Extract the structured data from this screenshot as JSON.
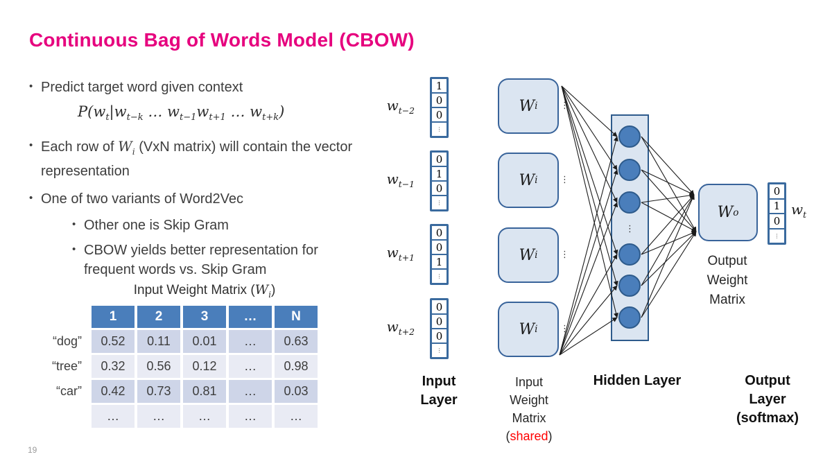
{
  "title": "Continuous Bag of Words Model (CBOW)",
  "page_number": "19",
  "bullets": {
    "b1": "Predict target word given context",
    "formula_html": "P(w<sub>t</sub>|w<sub>t−k</sub> … w<sub>t−1</sub>w<sub>t+1</sub> … w<sub>t+k</sub>)",
    "b2_html": "Each row of <span class=\"math\">W<sub>i</sub></span> (VxN matrix) will contain the vector representation",
    "b3": "One of two variants of Word2Vec",
    "sub1": "Other one is Skip Gram",
    "sub2": "CBOW yields better representation for frequent words vs. Skip Gram"
  },
  "table": {
    "title_html": "Input Weight Matrix (<span class=\"math\">W<sub>i</sub></span>)",
    "headers": [
      "1",
      "2",
      "3",
      "…",
      "N"
    ],
    "rows": [
      {
        "label": "“dog”",
        "cells": [
          "0.52",
          "0.11",
          "0.01",
          "…",
          "0.63"
        ]
      },
      {
        "label": "“tree”",
        "cells": [
          "0.32",
          "0.56",
          "0.12",
          "…",
          "0.98"
        ]
      },
      {
        "label": "“car”",
        "cells": [
          "0.42",
          "0.73",
          "0.81",
          "…",
          "0.03"
        ]
      },
      {
        "label": "",
        "cells": [
          "…",
          "…",
          "…",
          "…",
          "…"
        ]
      }
    ]
  },
  "diagram": {
    "input_vectors": [
      {
        "label_html": "w<sub>t−2</sub>",
        "cells": [
          "1",
          "0",
          "0",
          "⋮"
        ]
      },
      {
        "label_html": "w<sub>t−1</sub>",
        "cells": [
          "0",
          "1",
          "0",
          "⋮"
        ]
      },
      {
        "label_html": "w<sub>t+1</sub>",
        "cells": [
          "0",
          "0",
          "1",
          "⋮"
        ]
      },
      {
        "label_html": "w<sub>t+2</sub>",
        "cells": [
          "0",
          "0",
          "0",
          "⋮"
        ]
      }
    ],
    "weight_box_label_html": "W<sub>i</sub>",
    "output_box_label_html": "W<sub>o</sub>",
    "output_vector": {
      "label_html": "w<sub>t</sub>",
      "cells": [
        "0",
        "1",
        "0",
        "⋮"
      ]
    },
    "ellipsis": "⋮",
    "hidden_neuron_count": 6,
    "labels": {
      "input_layer_html": "Input<br>Layer",
      "input_weight_matrix_html": "Input<br>Weight<br>Matrix<br>(<span class=\"shared-red\">shared</span>)",
      "hidden_layer": "Hidden Layer",
      "output_layer_html": "Output<br>Layer<br>(softmax)",
      "output_weight_matrix_html": "Output<br>Weight<br>Matrix"
    }
  },
  "colors": {
    "title_magenta": "#e6007e",
    "table_header_blue": "#4a7ebb",
    "table_row_dark": "#ced5e8",
    "table_row_light": "#e9ebf4",
    "box_fill": "#dbe5f1",
    "box_border": "#38639a",
    "node_fill": "#4a7ebb",
    "node_border": "#2e5b8c",
    "vector_frame_blue": "#3a6a9e",
    "shared_red": "#ff0000",
    "text_dark": "#3d3d3d",
    "arrow_black": "#1b1b1b"
  }
}
